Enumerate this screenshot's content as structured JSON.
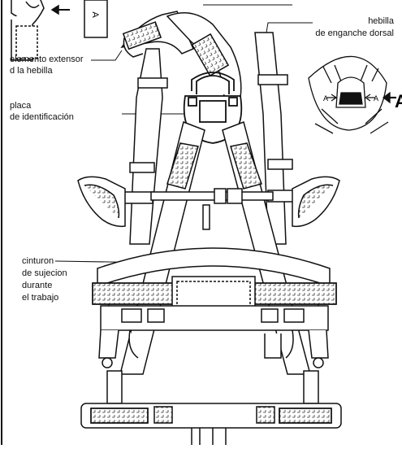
{
  "labels": {
    "hebilla_line1": "hebilla",
    "hebilla_line2": "de enganche dorsal",
    "extensor_line1": "elemento extensor",
    "extensor_line2": "d la hebilla",
    "placa_line1": "placa",
    "placa_line2": "de identificación",
    "cinturon_line1": "cinturon",
    "cinturon_line2": "de sujecion",
    "cinturon_line3": "durante",
    "cinturon_line4": "el trabajo"
  },
  "detail_marks": {
    "tag_top_left": "A",
    "detail_left": "A",
    "detail_right": "A",
    "detail_big": "A"
  }
}
